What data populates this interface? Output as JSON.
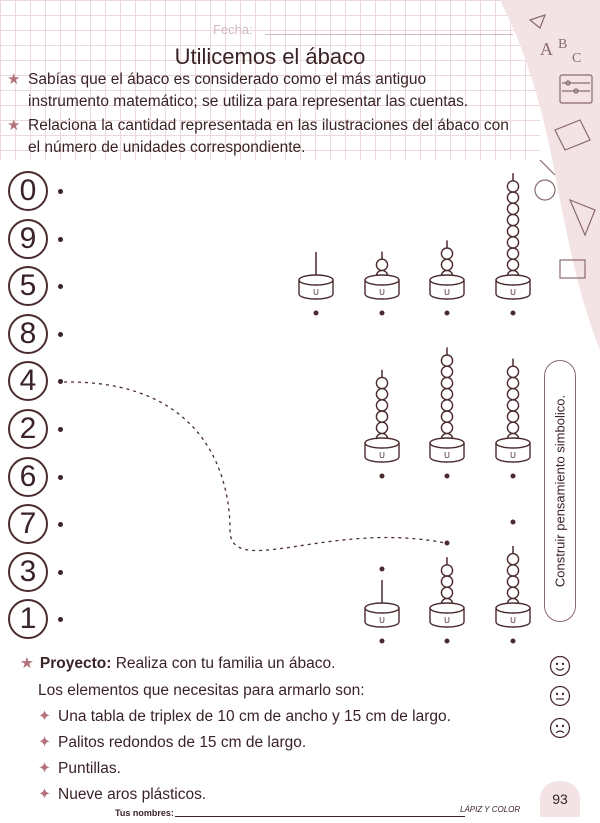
{
  "header": {
    "fecha_label": "Fecha:",
    "title": "Utilicemos el ábaco"
  },
  "instructions": [
    "Sabías que el ábaco es considerado como el más antiguo instrumento matemático; se utiliza para representar las cuentas.",
    "Relaciona la cantidad representada en las ilustraciones del ábaco con el número de unidades correspondiente."
  ],
  "numbers": [
    "0",
    "9",
    "5",
    "8",
    "4",
    "2",
    "6",
    "7",
    "3",
    "1"
  ],
  "abacus_unit_label": "U",
  "abacus_rows": [
    {
      "bead_counts": [
        0,
        2,
        3,
        9
      ]
    },
    {
      "bead_counts": [
        6,
        8,
        7
      ]
    },
    {
      "bead_counts": [
        0,
        4,
        5
      ]
    }
  ],
  "side_label": "Construir pensamiento simbolico.",
  "project": {
    "label": "Proyecto:",
    "text": "Realiza con tu familia un ábaco.",
    "subtitle": "Los elementos que necesitas para armarlo son:",
    "items": [
      "Una tabla de triplex de 10 cm de ancho y 15 cm de largo.",
      "Palitos redondos de 15 cm de largo.",
      "Puntillas.",
      "Nueve aros plásticos."
    ]
  },
  "page_number": "93",
  "footer": {
    "names_label": "Tus nombres:",
    "publisher": "LÁPIZ Y COLOR"
  },
  "colors": {
    "ink": "#4a2b2e",
    "accent": "#b3737c",
    "grid": "#ecd9dc"
  }
}
